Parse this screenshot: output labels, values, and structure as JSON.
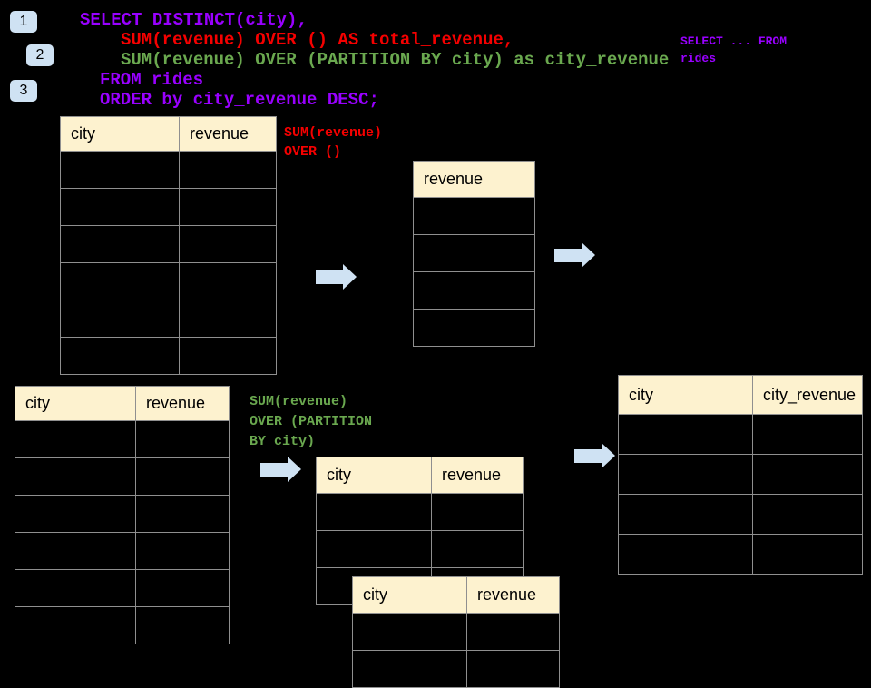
{
  "badges": [
    {
      "label": "1"
    },
    {
      "label": "2"
    },
    {
      "label": "3"
    }
  ],
  "sql": {
    "lines": [
      {
        "text": "SELECT DISTINCT(city),",
        "color": "purple"
      },
      {
        "text": "SUM(revenue) OVER () AS total_revenue,",
        "color": "red"
      },
      {
        "text": "SUM(revenue) OVER (PARTITION BY city) as city_revenue",
        "color": "green"
      },
      {
        "text": "FROM rides",
        "color": "purple"
      },
      {
        "text": "ORDER by city_revenue DESC;",
        "color": "purple"
      }
    ]
  },
  "side_note": {
    "text": "SELECT ... FROM\nrides",
    "color": "purple"
  },
  "annotations": {
    "total_fn": {
      "text": "SUM(revenue)\nOVER ()",
      "color": "red"
    },
    "partition_fn": {
      "text": "SUM(revenue)\nOVER (PARTITION\nBY city)",
      "color": "green"
    }
  },
  "tables": [
    {
      "name": "rides-source-top",
      "headers": [
        "city",
        "revenue"
      ],
      "row_count": 6
    },
    {
      "name": "total-revenue-result",
      "headers": [
        "revenue"
      ],
      "row_count": 4
    },
    {
      "name": "rides-source-bottom",
      "headers": [
        "city",
        "revenue"
      ],
      "row_count": 6
    },
    {
      "name": "partition-step",
      "headers": [
        "city",
        "revenue"
      ],
      "row_count": 3
    },
    {
      "name": "partition-step-overlay",
      "headers": [
        "city",
        "revenue"
      ],
      "row_count": 2
    },
    {
      "name": "city-revenue-result",
      "headers": [
        "city",
        "city_revenue"
      ],
      "row_count": 4
    }
  ],
  "colors": {
    "background": "#000000",
    "purple": "#9900ff",
    "red": "#f50000",
    "green": "#6aa84f",
    "arrow": "#cfe2f3",
    "badge_bg": "#cfe2f3",
    "table_header_bg": "#fdf2cf",
    "table_border": "#8f8f8f"
  }
}
